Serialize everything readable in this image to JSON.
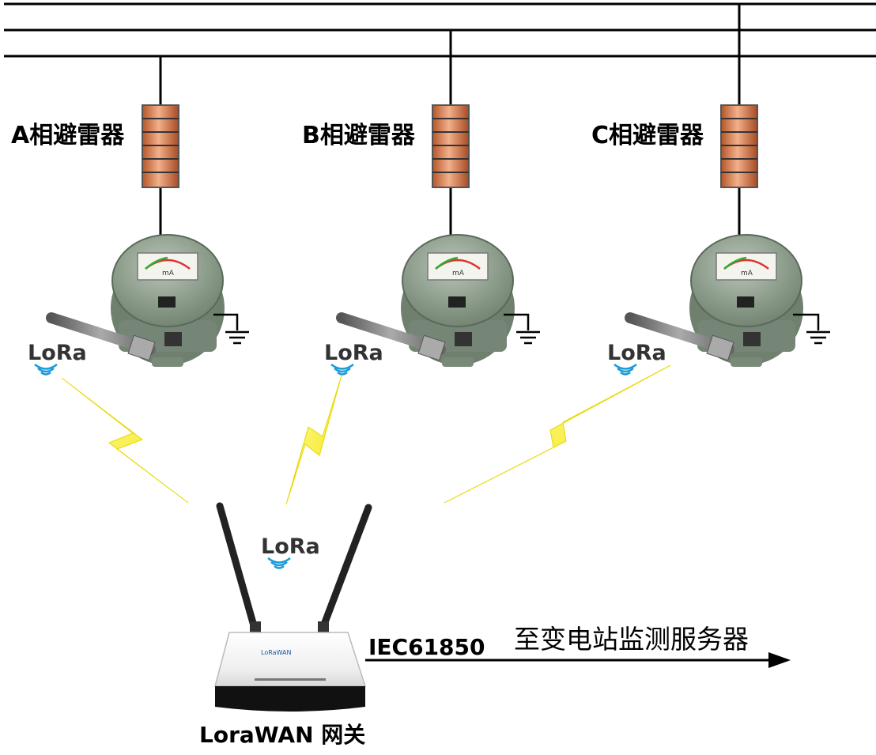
{
  "phases": [
    {
      "label": "A相避雷器",
      "lora": "LoRa"
    },
    {
      "label": "B相避雷器",
      "lora": "LoRa"
    },
    {
      "label": "C相避雷器",
      "lora": "LoRa"
    }
  ],
  "meter": {
    "unit": "mA"
  },
  "gateway": {
    "lora": "LoRa",
    "label": "LoraWAN 网关",
    "brand": "LoRaWAN"
  },
  "link": {
    "protocol": "IEC61850",
    "destination": "至变电站监测服务器"
  },
  "colors": {
    "line": "#000000",
    "bolt": "#f4f100",
    "lora_wave": "#1a9bd7",
    "meter": "#8fa08f",
    "arrester": "#e08a5a"
  }
}
